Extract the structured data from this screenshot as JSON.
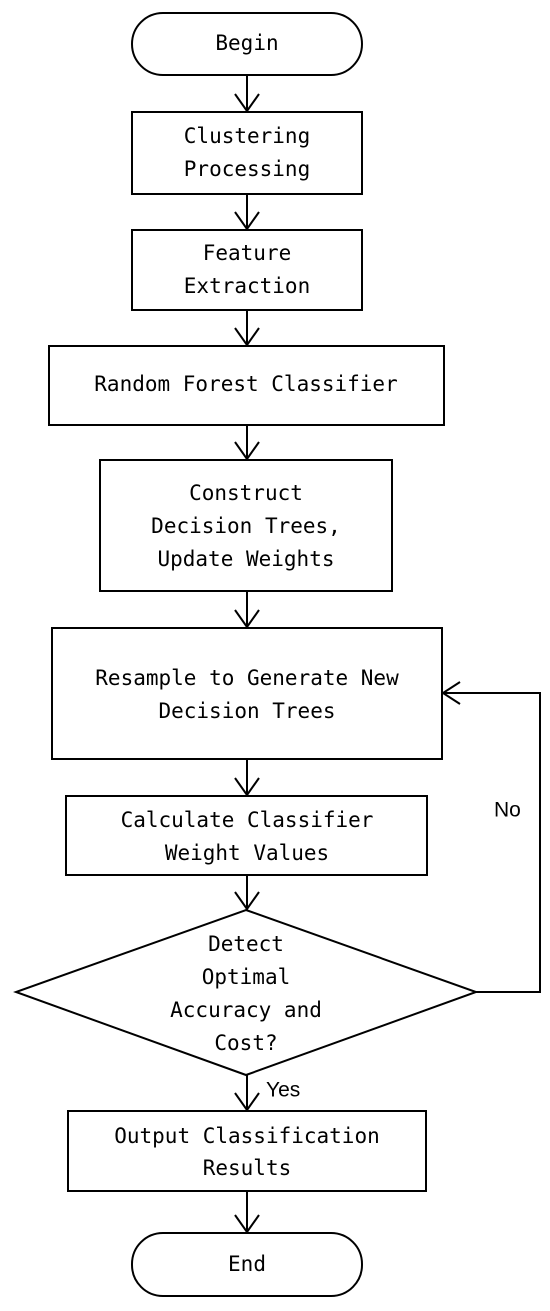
{
  "nodes": {
    "begin": {
      "lines": [
        "Begin"
      ]
    },
    "clustering": {
      "lines": [
        "Clustering",
        "Processing"
      ]
    },
    "feature": {
      "lines": [
        "Feature",
        "Extraction"
      ]
    },
    "random_forest": {
      "lines": [
        "Random Forest Classifier"
      ]
    },
    "construct": {
      "lines": [
        "Construct",
        "Decision Trees,",
        "Update Weights"
      ]
    },
    "resample": {
      "lines": [
        "Resample to Generate New",
        "Decision Trees"
      ]
    },
    "calculate": {
      "lines": [
        "Calculate Classifier",
        "Weight Values"
      ]
    },
    "detect": {
      "lines": [
        "Detect",
        "Optimal",
        "Accuracy and",
        "Cost?"
      ]
    },
    "output": {
      "lines": [
        "Output Classification",
        "Results"
      ]
    },
    "end": {
      "lines": [
        "End"
      ]
    }
  },
  "edges": {
    "yes_label": "Yes",
    "no_label": "No"
  }
}
